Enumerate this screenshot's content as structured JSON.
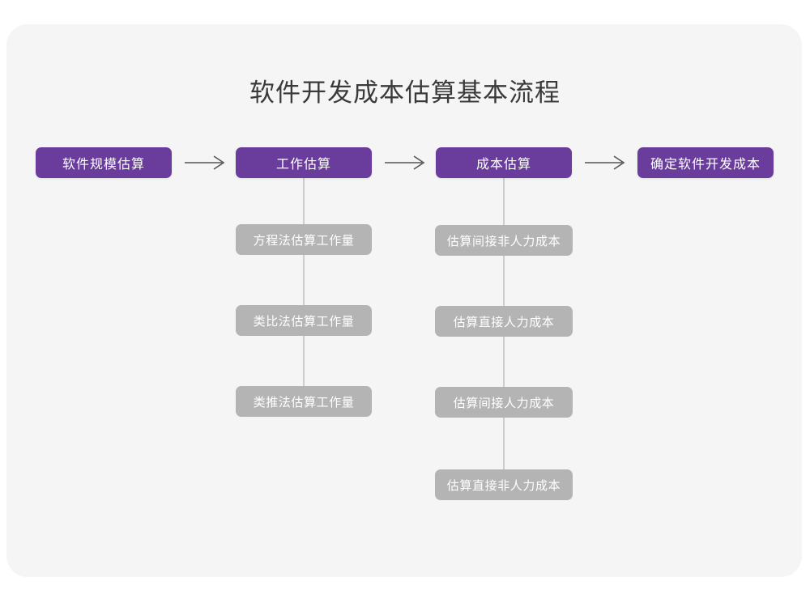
{
  "diagram": {
    "title": "软件开发成本估算基本流程",
    "colors": {
      "page_background": "#ffffff",
      "card_background": "#f5f5f5",
      "primary_node": "#6a3d9c",
      "secondary_node": "#b4b4b4",
      "connector_line": "#cccccc",
      "arrow": "#555555",
      "title_text": "#3b3a3a",
      "node_text": "#ffffff"
    },
    "stages": [
      {
        "id": "stage-1",
        "label": "软件规模估算"
      },
      {
        "id": "stage-2",
        "label": "工作估算"
      },
      {
        "id": "stage-3",
        "label": "成本估算"
      },
      {
        "id": "stage-4",
        "label": "确定软件开发成本"
      }
    ],
    "arrows": [
      {
        "id": "arrow-1",
        "glyph": "arrow-right-icon",
        "from": "软件规模估算",
        "to": "工作估算"
      },
      {
        "id": "arrow-2",
        "glyph": "arrow-right-icon",
        "from": "工作估算",
        "to": "成本估算"
      },
      {
        "id": "arrow-3",
        "glyph": "arrow-right-icon",
        "from": "成本估算",
        "to": "确定软件开发成本"
      }
    ],
    "branches": [
      {
        "id": "branch-work-estimation",
        "parent": "工作估算",
        "items": [
          {
            "label": "方程法估算工作量"
          },
          {
            "label": "类比法估算工作量"
          },
          {
            "label": "类推法估算工作量"
          }
        ]
      },
      {
        "id": "branch-cost-estimation",
        "parent": "成本估算",
        "items": [
          {
            "label": "估算间接非人力成本"
          },
          {
            "label": "估算直接人力成本"
          },
          {
            "label": "估算间接人力成本"
          },
          {
            "label": "估算直接非人力成本"
          }
        ]
      }
    ]
  }
}
